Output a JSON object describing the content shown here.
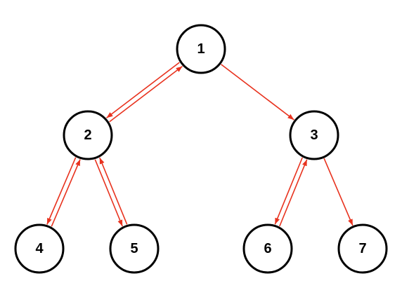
{
  "diagram": {
    "type": "binary-tree-traversal",
    "edge_color": "#e8321e",
    "node_stroke_color": "#000000",
    "nodes": [
      {
        "id": "1",
        "label": "1"
      },
      {
        "id": "2",
        "label": "2"
      },
      {
        "id": "3",
        "label": "3"
      },
      {
        "id": "4",
        "label": "4"
      },
      {
        "id": "5",
        "label": "5"
      },
      {
        "id": "6",
        "label": "6"
      },
      {
        "id": "7",
        "label": "7"
      }
    ],
    "edges": [
      {
        "from": "1",
        "to": "2"
      },
      {
        "from": "2",
        "to": "1"
      },
      {
        "from": "1",
        "to": "3"
      },
      {
        "from": "2",
        "to": "4"
      },
      {
        "from": "4",
        "to": "2"
      },
      {
        "from": "2",
        "to": "5"
      },
      {
        "from": "5",
        "to": "2"
      },
      {
        "from": "3",
        "to": "6"
      },
      {
        "from": "6",
        "to": "3"
      },
      {
        "from": "3",
        "to": "7"
      }
    ]
  }
}
